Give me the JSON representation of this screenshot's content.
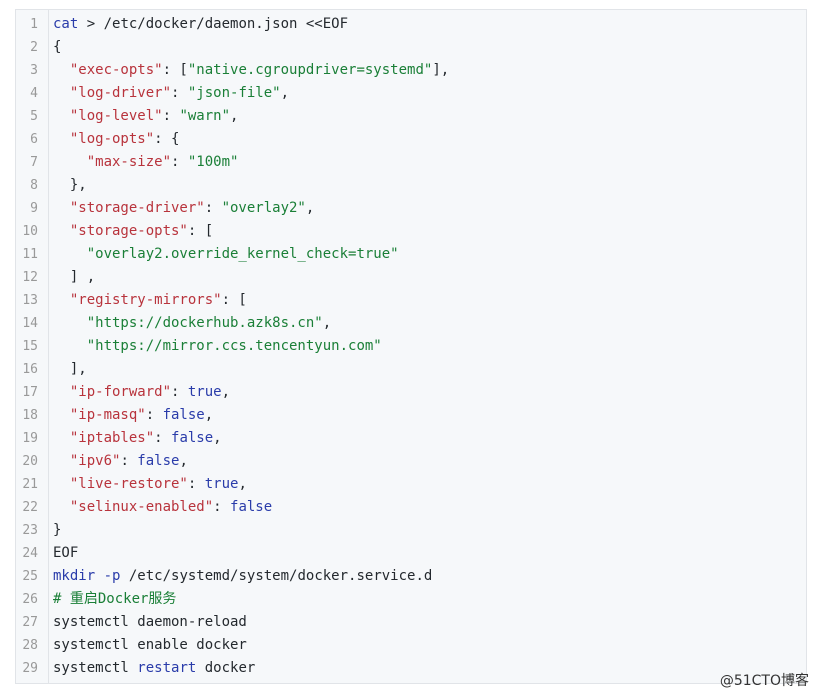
{
  "code": {
    "lines": [
      {
        "n": "1",
        "tokens": [
          {
            "t": "cat",
            "c": "kw"
          },
          {
            "t": " > /etc/docker/daemon.json <<EOF",
            "c": "p"
          }
        ]
      },
      {
        "n": "2",
        "tokens": [
          {
            "t": "{",
            "c": "p"
          }
        ]
      },
      {
        "n": "3",
        "tokens": [
          {
            "t": "  ",
            "c": "p"
          },
          {
            "t": "\"exec-opts\"",
            "c": "key"
          },
          {
            "t": ": [",
            "c": "p"
          },
          {
            "t": "\"native.cgroupdriver=systemd\"",
            "c": "str"
          },
          {
            "t": "],",
            "c": "p"
          }
        ]
      },
      {
        "n": "4",
        "tokens": [
          {
            "t": "  ",
            "c": "p"
          },
          {
            "t": "\"log-driver\"",
            "c": "key"
          },
          {
            "t": ": ",
            "c": "p"
          },
          {
            "t": "\"json-file\"",
            "c": "str"
          },
          {
            "t": ",",
            "c": "p"
          }
        ]
      },
      {
        "n": "5",
        "tokens": [
          {
            "t": "  ",
            "c": "p"
          },
          {
            "t": "\"log-level\"",
            "c": "key"
          },
          {
            "t": ": ",
            "c": "p"
          },
          {
            "t": "\"warn\"",
            "c": "str"
          },
          {
            "t": ",",
            "c": "p"
          }
        ]
      },
      {
        "n": "6",
        "tokens": [
          {
            "t": "  ",
            "c": "p"
          },
          {
            "t": "\"log-opts\"",
            "c": "key"
          },
          {
            "t": ": {",
            "c": "p"
          }
        ]
      },
      {
        "n": "7",
        "tokens": [
          {
            "t": "    ",
            "c": "p"
          },
          {
            "t": "\"max-size\"",
            "c": "key"
          },
          {
            "t": ": ",
            "c": "p"
          },
          {
            "t": "\"100m\"",
            "c": "str"
          }
        ]
      },
      {
        "n": "8",
        "tokens": [
          {
            "t": "  },",
            "c": "p"
          }
        ]
      },
      {
        "n": "9",
        "tokens": [
          {
            "t": "  ",
            "c": "p"
          },
          {
            "t": "\"storage-driver\"",
            "c": "key"
          },
          {
            "t": ": ",
            "c": "p"
          },
          {
            "t": "\"overlay2\"",
            "c": "str"
          },
          {
            "t": ",",
            "c": "p"
          }
        ]
      },
      {
        "n": "10",
        "tokens": [
          {
            "t": "  ",
            "c": "p"
          },
          {
            "t": "\"storage-opts\"",
            "c": "key"
          },
          {
            "t": ": [",
            "c": "p"
          }
        ]
      },
      {
        "n": "11",
        "tokens": [
          {
            "t": "    ",
            "c": "p"
          },
          {
            "t": "\"overlay2.override_kernel_check=true\"",
            "c": "str"
          }
        ]
      },
      {
        "n": "12",
        "tokens": [
          {
            "t": "  ] ,",
            "c": "p"
          }
        ]
      },
      {
        "n": "13",
        "tokens": [
          {
            "t": "  ",
            "c": "p"
          },
          {
            "t": "\"registry-mirrors\"",
            "c": "key"
          },
          {
            "t": ": [",
            "c": "p"
          }
        ]
      },
      {
        "n": "14",
        "tokens": [
          {
            "t": "    ",
            "c": "p"
          },
          {
            "t": "\"https://dockerhub.azk8s.cn\"",
            "c": "str"
          },
          {
            "t": ",",
            "c": "p"
          }
        ]
      },
      {
        "n": "15",
        "tokens": [
          {
            "t": "    ",
            "c": "p"
          },
          {
            "t": "\"https://mirror.ccs.tencentyun.com\"",
            "c": "str"
          }
        ]
      },
      {
        "n": "16",
        "tokens": [
          {
            "t": "  ],",
            "c": "p"
          }
        ]
      },
      {
        "n": "17",
        "tokens": [
          {
            "t": "  ",
            "c": "p"
          },
          {
            "t": "\"ip-forward\"",
            "c": "key"
          },
          {
            "t": ": ",
            "c": "p"
          },
          {
            "t": "true",
            "c": "kw"
          },
          {
            "t": ",",
            "c": "p"
          }
        ]
      },
      {
        "n": "18",
        "tokens": [
          {
            "t": "  ",
            "c": "p"
          },
          {
            "t": "\"ip-masq\"",
            "c": "key"
          },
          {
            "t": ": ",
            "c": "p"
          },
          {
            "t": "false",
            "c": "kw"
          },
          {
            "t": ",",
            "c": "p"
          }
        ]
      },
      {
        "n": "19",
        "tokens": [
          {
            "t": "  ",
            "c": "p"
          },
          {
            "t": "\"iptables\"",
            "c": "key"
          },
          {
            "t": ": ",
            "c": "p"
          },
          {
            "t": "false",
            "c": "kw"
          },
          {
            "t": ",",
            "c": "p"
          }
        ]
      },
      {
        "n": "20",
        "tokens": [
          {
            "t": "  ",
            "c": "p"
          },
          {
            "t": "\"ipv6\"",
            "c": "key"
          },
          {
            "t": ": ",
            "c": "p"
          },
          {
            "t": "false",
            "c": "kw"
          },
          {
            "t": ",",
            "c": "p"
          }
        ]
      },
      {
        "n": "21",
        "tokens": [
          {
            "t": "  ",
            "c": "p"
          },
          {
            "t": "\"live-restore\"",
            "c": "key"
          },
          {
            "t": ": ",
            "c": "p"
          },
          {
            "t": "true",
            "c": "kw"
          },
          {
            "t": ",",
            "c": "p"
          }
        ]
      },
      {
        "n": "22",
        "tokens": [
          {
            "t": "  ",
            "c": "p"
          },
          {
            "t": "\"selinux-enabled\"",
            "c": "key"
          },
          {
            "t": ": ",
            "c": "p"
          },
          {
            "t": "false",
            "c": "kw"
          }
        ]
      },
      {
        "n": "23",
        "tokens": [
          {
            "t": "}",
            "c": "p"
          }
        ]
      },
      {
        "n": "24",
        "tokens": [
          {
            "t": "EOF",
            "c": "p"
          }
        ]
      },
      {
        "n": "25",
        "tokens": [
          {
            "t": "mkdir",
            "c": "kw"
          },
          {
            "t": " ",
            "c": "p"
          },
          {
            "t": "-p",
            "c": "kw"
          },
          {
            "t": " /etc/systemd/system/docker.service.d",
            "c": "p"
          }
        ]
      },
      {
        "n": "26",
        "tokens": [
          {
            "t": "# 重启Docker服务",
            "c": "cmt"
          }
        ]
      },
      {
        "n": "27",
        "tokens": [
          {
            "t": "systemctl daemon-reload",
            "c": "p"
          }
        ]
      },
      {
        "n": "28",
        "tokens": [
          {
            "t": "systemctl enable docker",
            "c": "p"
          }
        ]
      },
      {
        "n": "29",
        "tokens": [
          {
            "t": "systemctl ",
            "c": "p"
          },
          {
            "t": "restart",
            "c": "kw"
          },
          {
            "t": " docker",
            "c": "p"
          }
        ]
      }
    ]
  },
  "watermark": "@51CTO博客",
  "colors": {
    "background": "#f6f8fa",
    "key": "#b8333c",
    "string": "#1a7f37",
    "keyword": "#2a3caa",
    "plain": "#24292e",
    "line_number": "#999999"
  }
}
